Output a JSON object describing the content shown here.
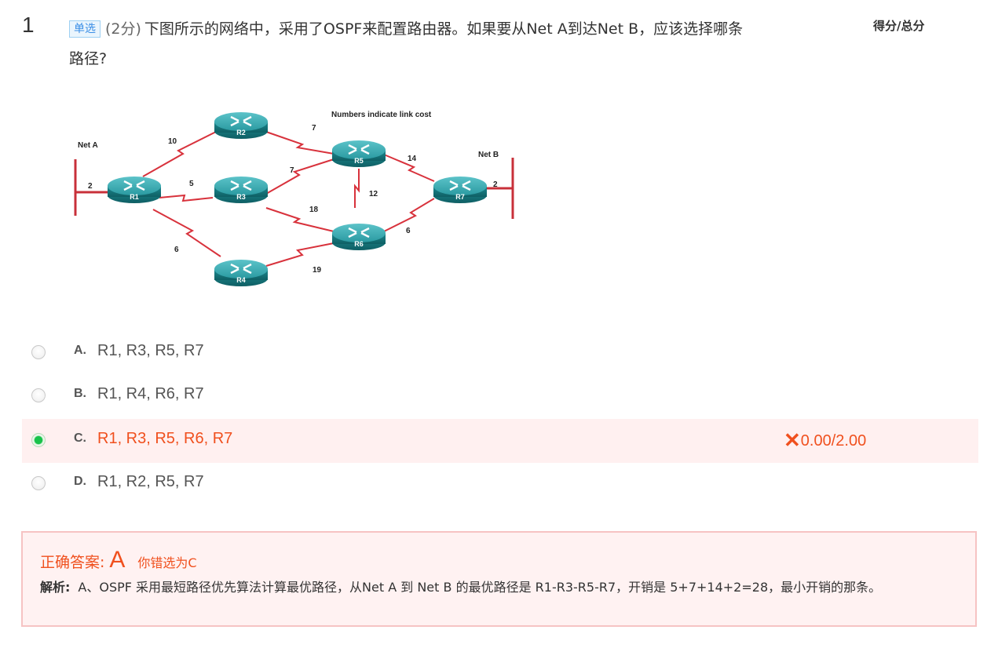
{
  "question": {
    "number": "1",
    "type_badge": "单选",
    "points": "(2分)",
    "text": "下图所示的网络中，采用了OSPF来配置路由器。如果要从Net A到达Net B，应该选择哪条路径?"
  },
  "score_header": "得分/总分",
  "diagram": {
    "caption": "Numbers indicate link cost",
    "net_a": "Net A",
    "net_b": "Net B",
    "routers": [
      "R1",
      "R2",
      "R3",
      "R4",
      "R5",
      "R6",
      "R7"
    ],
    "links": [
      {
        "from": "Net A",
        "to": "R1",
        "cost": "2"
      },
      {
        "from": "R1",
        "to": "R2",
        "cost": "10"
      },
      {
        "from": "R1",
        "to": "R3",
        "cost": "5"
      },
      {
        "from": "R1",
        "to": "R4",
        "cost": "6"
      },
      {
        "from": "R2",
        "to": "R5",
        "cost": "7"
      },
      {
        "from": "R3",
        "to": "R5",
        "cost": "7"
      },
      {
        "from": "R3",
        "to": "R6",
        "cost": "18"
      },
      {
        "from": "R4",
        "to": "R6",
        "cost": "19"
      },
      {
        "from": "R5",
        "to": "R6",
        "cost": "12"
      },
      {
        "from": "R5",
        "to": "R7",
        "cost": "14"
      },
      {
        "from": "R6",
        "to": "R7",
        "cost": "6"
      },
      {
        "from": "R7",
        "to": "Net B",
        "cost": "2"
      }
    ]
  },
  "options": [
    {
      "letter": "A.",
      "text": "R1, R3, R5, R7",
      "selected": false
    },
    {
      "letter": "B.",
      "text": "R1, R4, R6, R7",
      "selected": false
    },
    {
      "letter": "C.",
      "text": "R1, R3, R5, R6, R7",
      "selected": true,
      "score": "0.00/2.00",
      "score_mark": "✕"
    },
    {
      "letter": "D.",
      "text": "R1, R2, R5, R7",
      "selected": false
    }
  ],
  "answer": {
    "label": "正确答案:",
    "correct": "A",
    "your_choice": "你错选为C",
    "analysis_label": "解析:",
    "analysis_text": "A、OSPF 采用最短路径优先算法计算最优路径，从Net A 到 Net B 的最优路径是 R1-R3-R5-R7，开销是 5+7+14+2=28，最小开销的那条。"
  },
  "colors": {
    "link_red": "#d8323c",
    "router_teal": "#1a8e94",
    "wrong_orange": "#f0501e",
    "wrong_row_bg": "#fff0f0",
    "answer_border": "#f6c3c3",
    "badge_blue": "#3a8ee6"
  }
}
